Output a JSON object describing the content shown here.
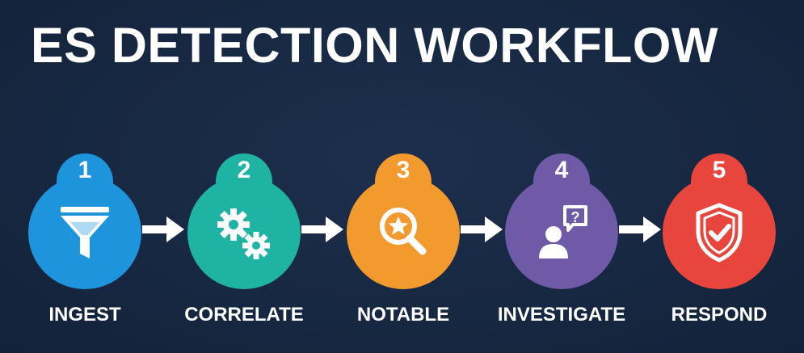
{
  "title": "ES DETECTION WORKFLOW",
  "steps": [
    {
      "number": "1",
      "label": "INGEST",
      "color": "#1e94dc",
      "icon": "funnel-icon"
    },
    {
      "number": "2",
      "label": "CORRELATE",
      "color": "#1fb3a4",
      "icon": "gears-icon"
    },
    {
      "number": "3",
      "label": "NOTABLE",
      "color": "#f39a2e",
      "icon": "magnifier-star-icon"
    },
    {
      "number": "4",
      "label": "INVESTIGATE",
      "color": "#6f5aa8",
      "icon": "user-question-icon"
    },
    {
      "number": "5",
      "label": "RESPOND",
      "color": "#e8453c",
      "icon": "shield-check-icon"
    }
  ],
  "colors": {
    "background": "#172842",
    "text": "#ffffff",
    "arrow": "#ffffff"
  }
}
